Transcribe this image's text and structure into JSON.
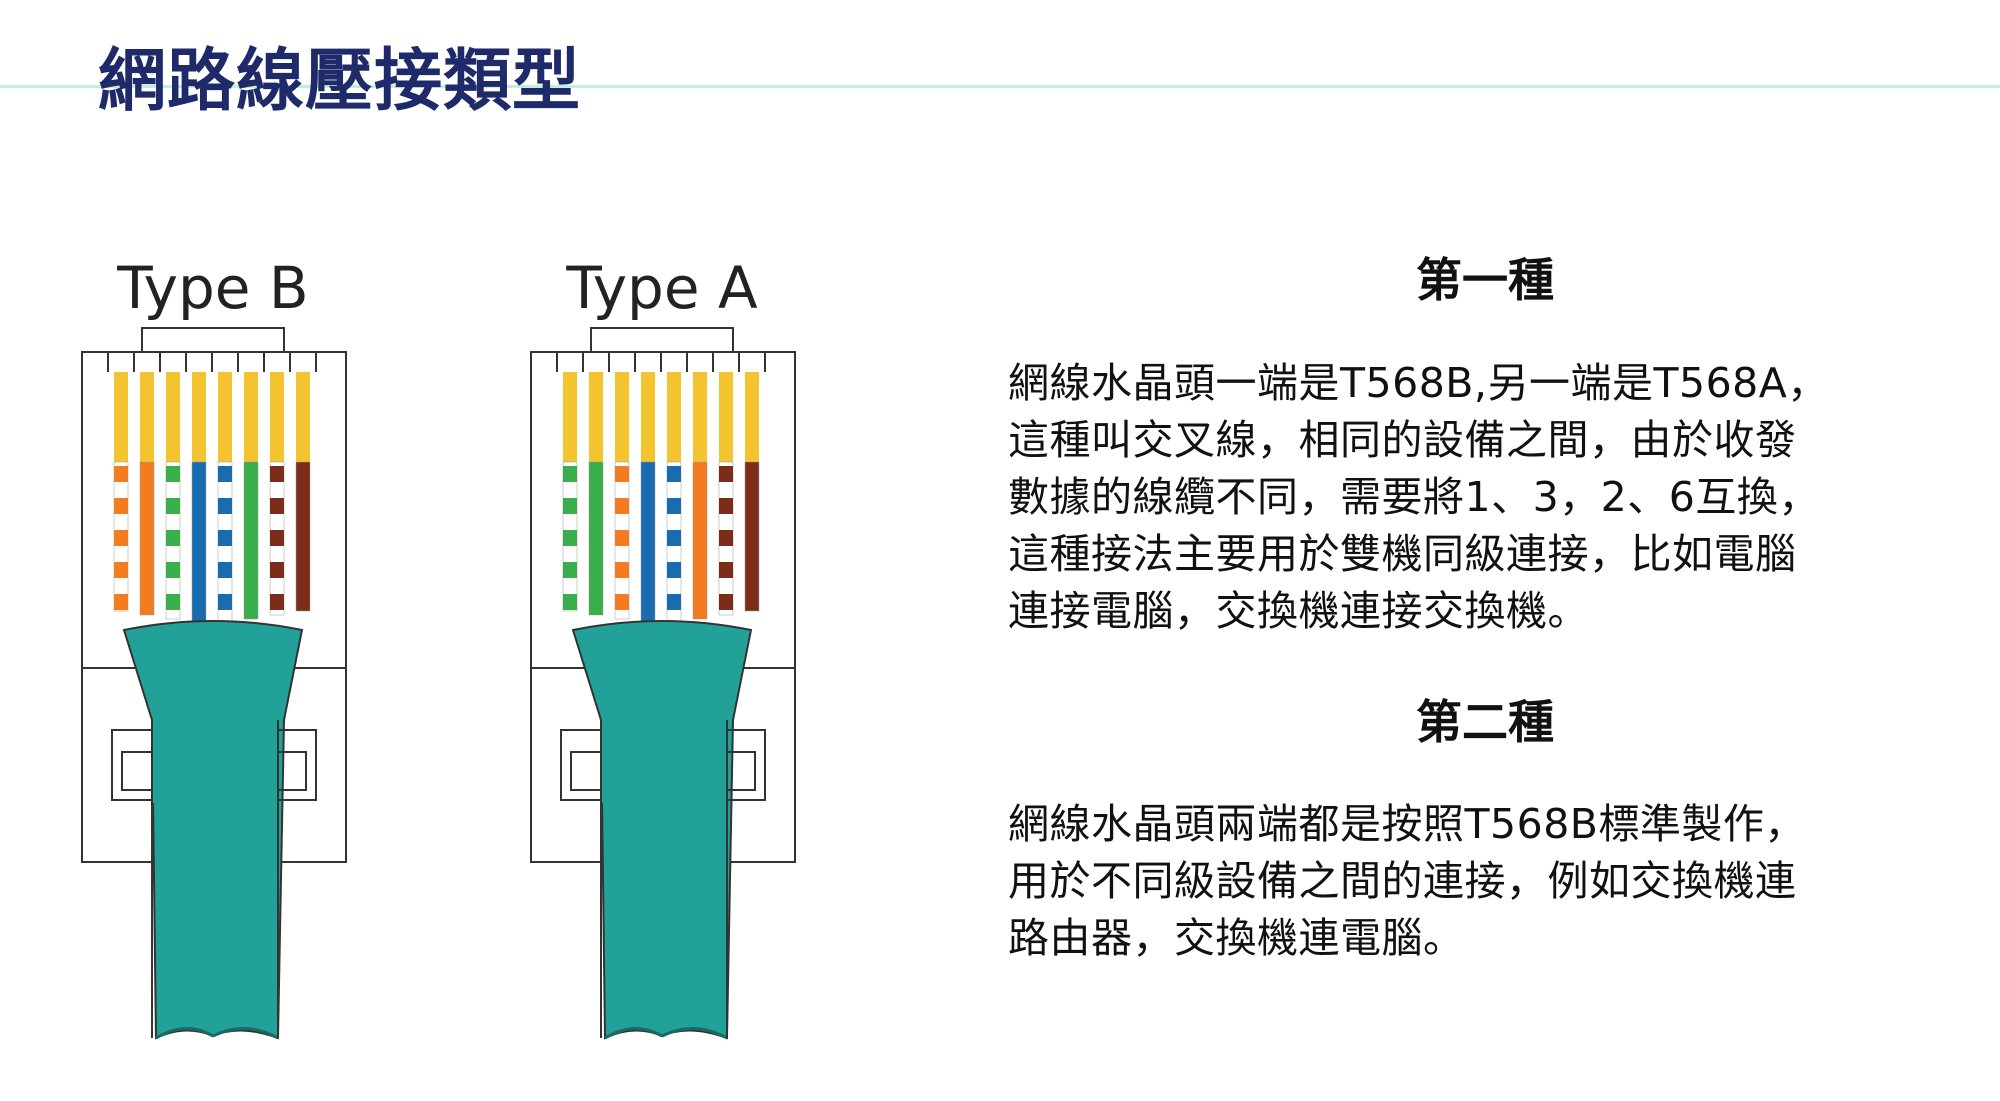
{
  "title": "網路線壓接類型",
  "connectors": [
    {
      "label": "Type B",
      "wires": [
        {
          "solid": "#f4c430",
          "stripe": "#ffffff"
        },
        {
          "solid": "#f47c20",
          "stripe": "#f47c20"
        },
        {
          "solid": "#f4c430",
          "stripe": "#ffffff"
        },
        {
          "solid": "#1a6cb0",
          "stripe": "#1a6cb0"
        },
        {
          "solid": "#f4c430",
          "stripe": "#ffffff"
        },
        {
          "solid": "#3aae49",
          "stripe": "#3aae49"
        },
        {
          "solid": "#f4c430",
          "stripe": "#ffffff"
        },
        {
          "solid": "#7a2e1a",
          "stripe": "#7a2e1a"
        }
      ],
      "stripe_colors": [
        "#f47c20",
        null,
        "#3aae49",
        null,
        "#1a6cb0",
        null,
        "#7a2e1a",
        null
      ]
    },
    {
      "label": "Type A",
      "wires": [],
      "stripe_colors": [
        "#3aae49",
        null,
        "#f47c20",
        null,
        "#1a6cb0",
        null,
        "#7a2e1a",
        null
      ],
      "solid_colors": [
        null,
        "#3aae49",
        null,
        "#1a6cb0",
        null,
        "#f47c20",
        null,
        "#7a2e1a"
      ]
    }
  ],
  "colors": {
    "cable": "#22a199",
    "cable_dark": "#1a8680",
    "yellow": "#f4c430",
    "title": "#1f2a6b",
    "rule": "#bff0de"
  },
  "section1": {
    "heading": "第一種",
    "lines": [
      "網線水晶頭一端是T568B,另一端是T568A，",
      "這種叫交叉線，相同的設備之間，由於收發",
      "數據的線纜不同，需要將1、3，2、6互換，",
      "這種接法主要用於雙機同級連接，比如電腦",
      "連接電腦，交換機連接交換機。"
    ]
  },
  "section2": {
    "heading": "第二種",
    "lines": [
      "網線水晶頭兩端都是按照T568B標準製作，",
      "用於不同級設備之間的連接，例如交換機連",
      "路由器，交換機連電腦。"
    ]
  }
}
